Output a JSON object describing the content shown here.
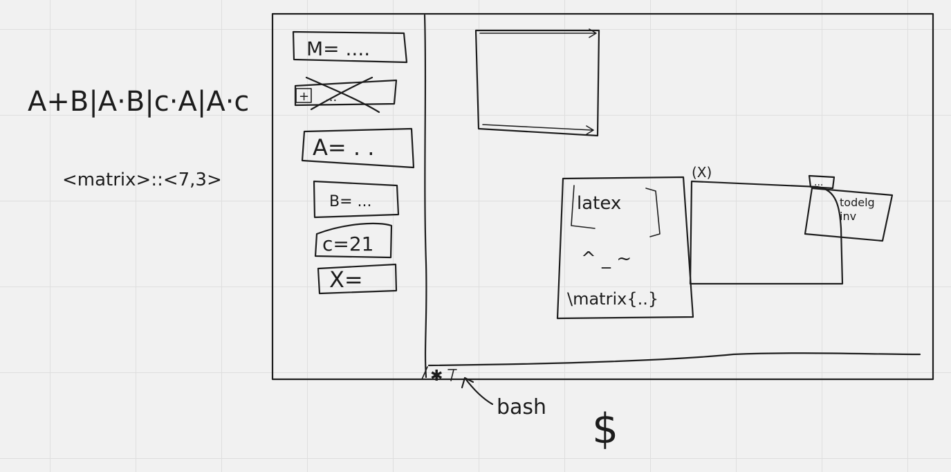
{
  "annotations": {
    "operations": "A+B|A·B|c·A|A·c",
    "matrix_type": "<matrix>::<7,3>",
    "bash_label": "bash",
    "prompt_symbol": "$"
  },
  "sidebar": {
    "items": [
      {
        "label": "M= ....",
        "struck_out": false
      },
      {
        "label": "...",
        "struck_out": true
      },
      {
        "label": "A= . .",
        "struck_out": false
      },
      {
        "label": "B= ...",
        "struck_out": false
      },
      {
        "label": "c=21",
        "struck_out": false
      },
      {
        "label": "X=",
        "struck_out": false
      }
    ],
    "add_icon_glyph": "+"
  },
  "workspace": {
    "latex_panel": {
      "title": "latex",
      "middle_text": "^ _ ~",
      "footer_text": "\\matrix{..}"
    },
    "result_panel": {
      "close_label": "(X)",
      "menu_label": "...",
      "popup_text": [
        "todelg",
        "inv"
      ]
    }
  },
  "terminal": {
    "toggle_glyph": "✱"
  }
}
